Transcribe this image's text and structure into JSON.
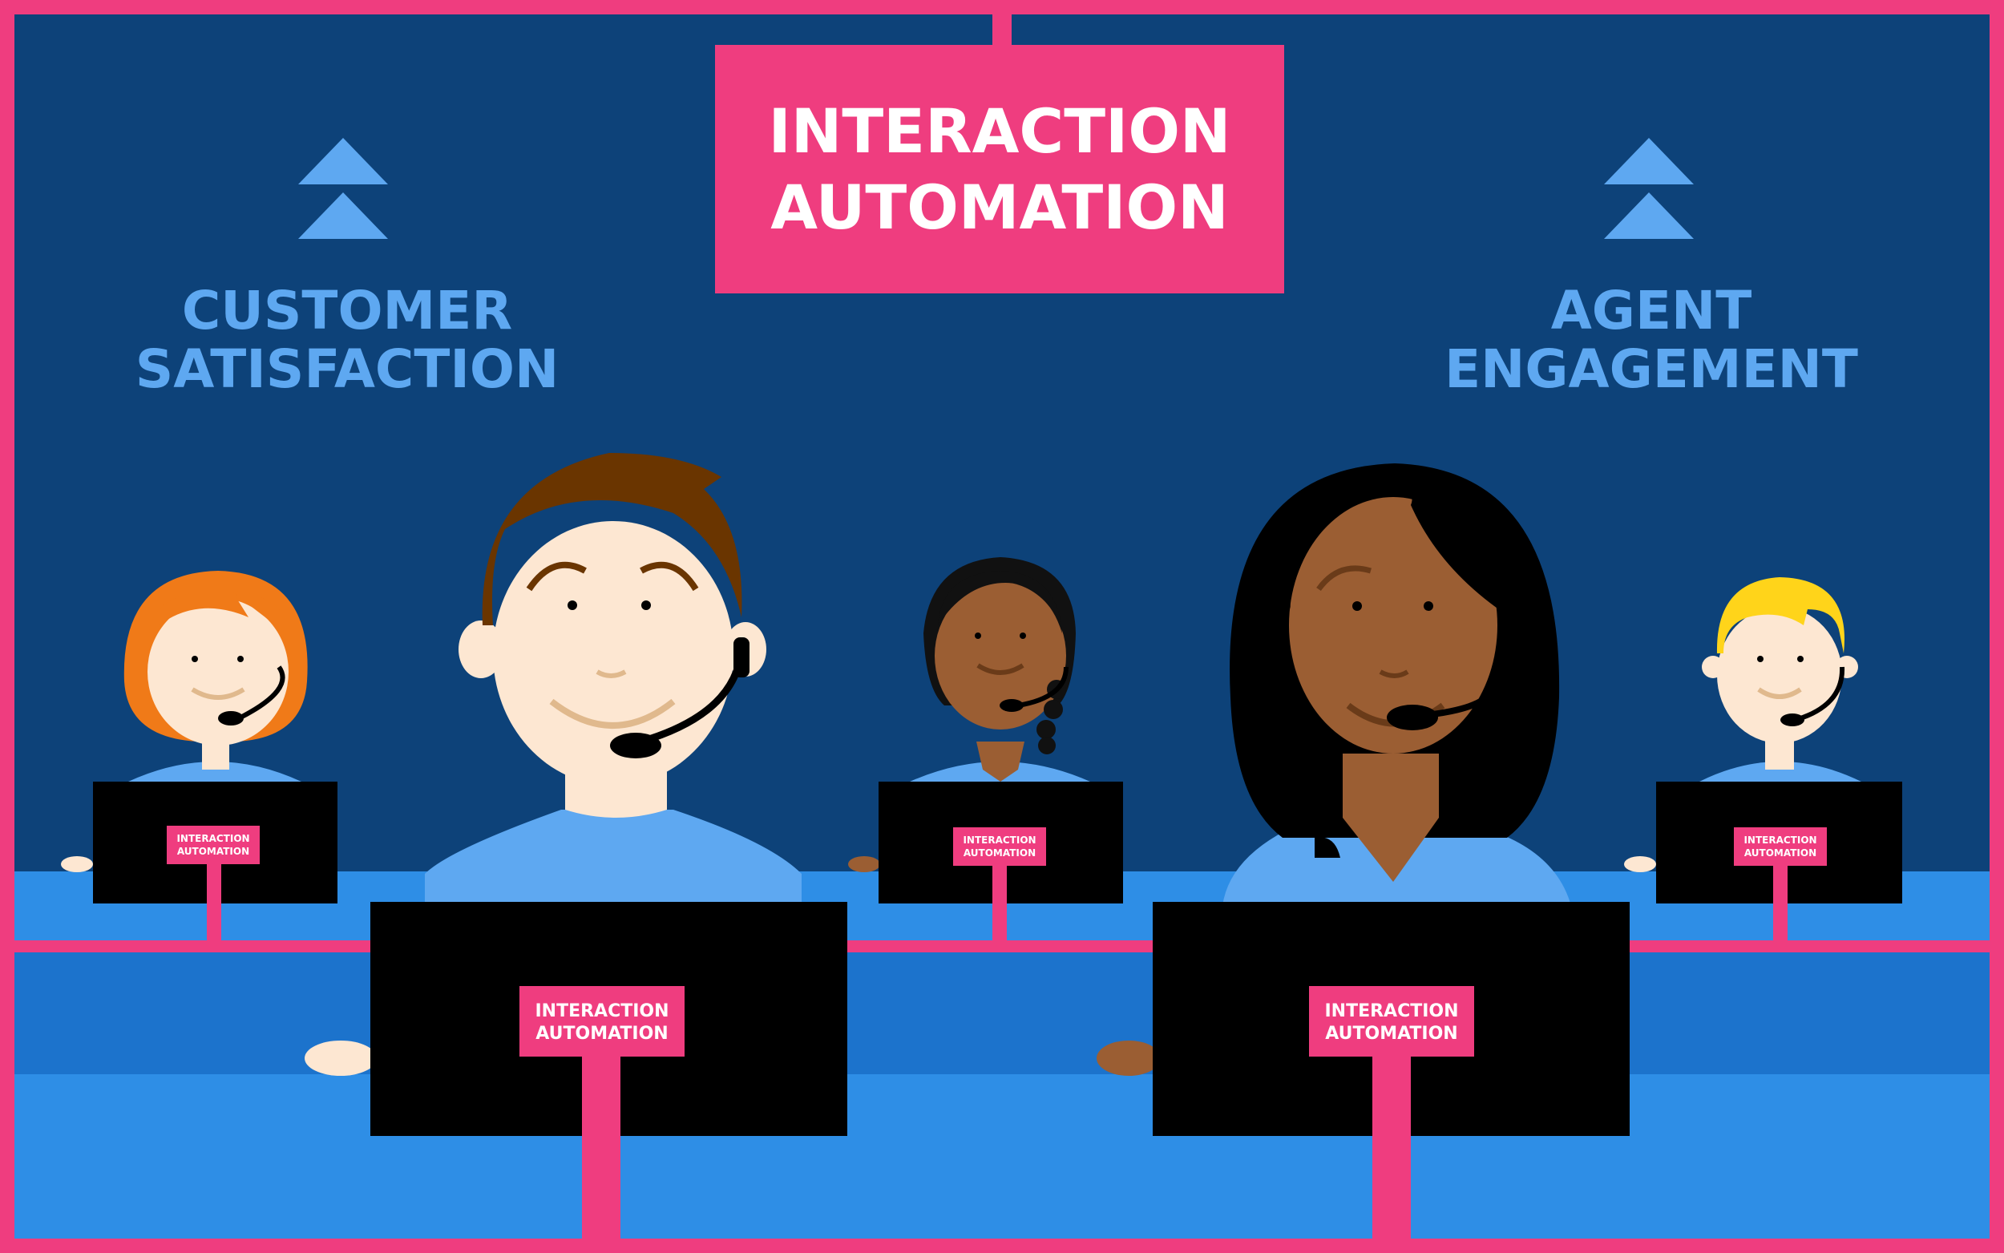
{
  "colors": {
    "frame": "#ef3d7f",
    "background": "#0d4279",
    "desk_light": "#2e8ee6",
    "desk_mid": "#1c73cc",
    "accent_blue": "#5ea8f1",
    "monitor": "#000000",
    "skin_light": "#fde7d2",
    "skin_dark": "#9b5e33",
    "shirt": "#5ea8f1"
  },
  "title": {
    "line1": "INTERACTION",
    "line2": "AUTOMATION"
  },
  "left_metric": {
    "icon": "double-chevron-up-icon",
    "line1": "CUSTOMER",
    "line2": "SATISFACTION"
  },
  "right_metric": {
    "icon": "double-chevron-up-icon",
    "line1": "AGENT",
    "line2": "ENGAGEMENT"
  },
  "monitor_sign": {
    "line1": "INTERACTION",
    "line2": "AUTOMATION"
  },
  "agents": [
    {
      "name": "agent-red-hair",
      "hair": "#f07a18",
      "skin": "#fde7d2"
    },
    {
      "name": "agent-brown-hair",
      "hair": "#6a3500",
      "skin": "#fde7d2"
    },
    {
      "name": "agent-braid",
      "hair": "#111111",
      "skin": "#9b5e33"
    },
    {
      "name": "agent-long-hair",
      "hair": "#000000",
      "skin": "#9b5e33"
    },
    {
      "name": "agent-blonde",
      "hair": "#ffd41a",
      "skin": "#fde7d2"
    }
  ]
}
